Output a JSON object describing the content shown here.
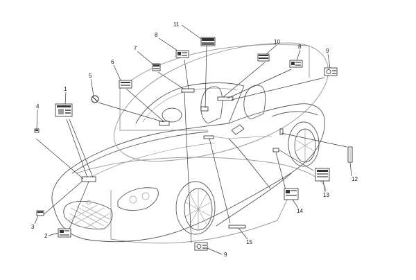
{
  "diagram": {
    "callouts": [
      {
        "id": "c1",
        "text": "1"
      },
      {
        "id": "c2",
        "text": "2"
      },
      {
        "id": "c3",
        "text": "3"
      },
      {
        "id": "c4",
        "text": "4"
      },
      {
        "id": "c5",
        "text": "5"
      },
      {
        "id": "c6",
        "text": "6"
      },
      {
        "id": "c7",
        "text": "7"
      },
      {
        "id": "c8a",
        "text": "8"
      },
      {
        "id": "c8b",
        "text": "8"
      },
      {
        "id": "c9a",
        "text": "9"
      },
      {
        "id": "c9b",
        "text": "9"
      },
      {
        "id": "c10",
        "text": "10"
      },
      {
        "id": "c11",
        "text": "11"
      },
      {
        "id": "c12",
        "text": "12"
      },
      {
        "id": "c13",
        "text": "13"
      },
      {
        "id": "c14",
        "text": "14"
      },
      {
        "id": "c15",
        "text": "15"
      }
    ],
    "colors": {
      "line": "#333333",
      "car": "#555555",
      "ghost": "#9c9c9c"
    }
  }
}
